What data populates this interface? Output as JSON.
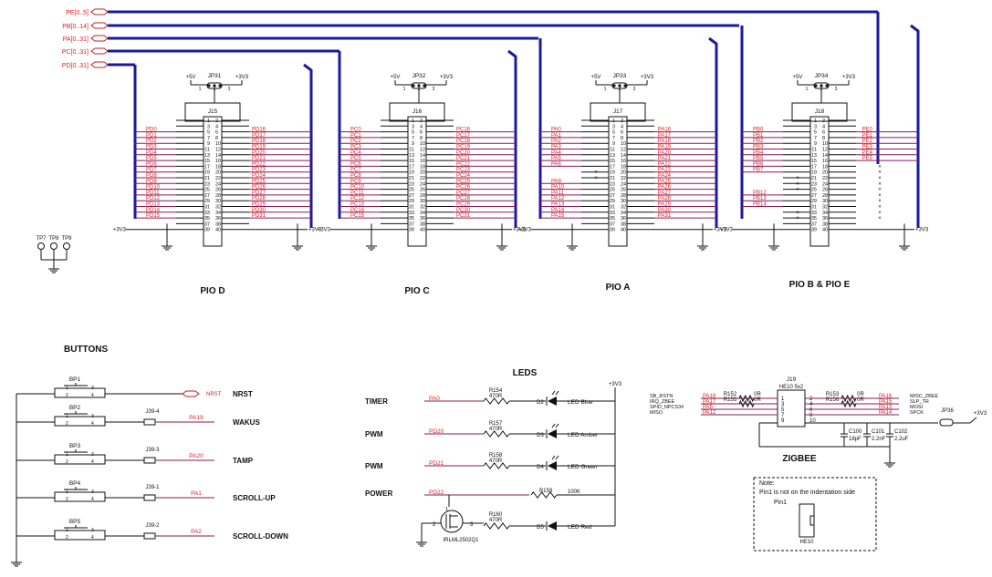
{
  "bus_ports": [
    "PE[0..5]",
    "PB[0..14]",
    "PA[0..31]",
    "PC[0..31]",
    "PD[0..31]"
  ],
  "pio_blocks": [
    {
      "title": "PIO D",
      "jumper": "JP31",
      "header": "J15",
      "left": [
        "PD0",
        "PD1",
        "PD2",
        "PD3",
        "PD4",
        "PD5",
        "PD6",
        "PD7",
        "PD8",
        "PD9",
        "PD10",
        "PD11",
        "PD12",
        "PD13",
        "PD14",
        "PD15"
      ],
      "right": [
        "PD16",
        "PD17",
        "PD18",
        "PD19",
        "PD20",
        "PD21",
        "PD22",
        "PD23",
        "PD24",
        "PD25",
        "PD26",
        "PD27",
        "PD28",
        "PD29",
        "PD30",
        "PD31"
      ],
      "v3_left": "+3V3",
      "v3_right": "+3V3"
    },
    {
      "title": "PIO C",
      "jumper": "JP32",
      "header": "J16",
      "left": [
        "PC0",
        "PC1",
        "PC2",
        "PC3",
        "PC4",
        "PC5",
        "PC6",
        "PC7",
        "PC8",
        "PC9",
        "PC10",
        "PC11",
        "PC12",
        "PC13",
        "PC14",
        "PC15"
      ],
      "right": [
        "PC16",
        "PC17",
        "PC18",
        "PC19",
        "PC20",
        "PC21",
        "PC22",
        "PC23",
        "PC24",
        "PC25",
        "PC26",
        "PC27",
        "PC28",
        "PC29",
        "PC30",
        "PC31"
      ],
      "v3_left": "+3V3",
      "v3_right": "+3V3"
    },
    {
      "title": "PIO A",
      "jumper": "JP33",
      "header": "J17",
      "left": [
        "PA0",
        "PA1",
        "PA2",
        "PA3",
        "PA4",
        "PA5",
        "PA6",
        "",
        "",
        "PA9",
        "PA10",
        "PA11",
        "PA12",
        "PA13",
        "PA14",
        "PA15"
      ],
      "right": [
        "PA16",
        "PA17",
        "PA18",
        "PA19",
        "PA20",
        "PA21",
        "PA22",
        "PA23",
        "PA24",
        "PA25",
        "PA26",
        "PA27",
        "PA28",
        "PA29",
        "PA30",
        "PA31"
      ],
      "v3_left": "+3V3",
      "v3_right": "+3V3"
    },
    {
      "title": "PIO B & PIO E",
      "jumper": "JP34",
      "header": "J18",
      "left": [
        "PB0",
        "PB1",
        "PB2",
        "PB3",
        "PB4",
        "PB5",
        "PB6",
        "PB7",
        "",
        "",
        "",
        "PB12",
        "PB13",
        "PB14",
        "",
        ""
      ],
      "right": [
        "PE0",
        "PE1",
        "PE2",
        "PE3",
        "PE4",
        "PE5",
        "",
        "",
        "",
        "",
        "",
        "",
        "",
        "",
        "",
        ""
      ],
      "v3_left": "+3V3",
      "v3_right": "+3V3"
    }
  ],
  "jumper_labels": {
    "v5": "+5V",
    "v33": "+3V3",
    "pins": [
      "1",
      "2",
      "3"
    ]
  },
  "header_pins_odd": [
    "1",
    "3",
    "5",
    "7",
    "9",
    "11",
    "13",
    "15",
    "17",
    "19",
    "21",
    "23",
    "25",
    "27",
    "29",
    "31",
    "33",
    "35",
    "37",
    "39"
  ],
  "header_pins_even": [
    "2",
    "4",
    "6",
    "8",
    "10",
    "12",
    "14",
    "16",
    "18",
    "20",
    "22",
    "24",
    "26",
    "28",
    "30",
    "32",
    "34",
    "36",
    "38",
    "40"
  ],
  "testpoints": [
    "TP7",
    "TP8",
    "TP9"
  ],
  "buttons": {
    "title": "BUTTONS",
    "items": [
      {
        "ref": "BP1",
        "net": "NRST",
        "label": "NRST",
        "jumper": ""
      },
      {
        "ref": "BP2",
        "net": "PA19",
        "label": "WAKUS",
        "jumper": "J39-4"
      },
      {
        "ref": "BP3",
        "net": "PA20",
        "label": "TAMP",
        "jumper": "J39-3"
      },
      {
        "ref": "BP4",
        "net": "PA1",
        "label": "SCROLL-UP",
        "jumper": "J39-1"
      },
      {
        "ref": "BP5",
        "net": "PA2",
        "label": "SCROLL-DOWN",
        "jumper": "J39-2"
      }
    ],
    "pins": [
      "1",
      "2",
      "3",
      "4"
    ]
  },
  "leds": {
    "title": "LEDS",
    "supply": "+3V3",
    "rows": [
      {
        "label": "TIMER",
        "net": "PA0",
        "res": "R154",
        "val": "470R",
        "diode": "D2",
        "name": "LED Blue"
      },
      {
        "label": "PWM",
        "net": "PD20",
        "res": "R157",
        "val": "470R",
        "diode": "D3",
        "name": "LED Amber"
      },
      {
        "label": "PWM",
        "net": "PD21",
        "res": "R158",
        "val": "470R",
        "diode": "D4",
        "name": "LED Green"
      }
    ],
    "power": {
      "label": "POWER",
      "net": "PD22",
      "res": "R159",
      "val": "100K",
      "res2": "R160",
      "val2": "470R",
      "diode": "D5",
      "name": "LED Red",
      "mosfet": "IRLML2502Q1",
      "pin2": "2",
      "pin3": "3",
      "pin1": "1"
    }
  },
  "zigbee": {
    "title": "ZIGBEE",
    "connector": "J19",
    "type": "HE10 5x2",
    "left_nets": [
      "SB_RSTN",
      "IRQ_ZBEE",
      "SPID_NPCS3#",
      "MISO"
    ],
    "left_pa": [
      "PA18",
      "PA17",
      "PA5",
      "PA12"
    ],
    "left_res": [
      [
        "R152",
        "0R"
      ],
      [
        "R155",
        "0R"
      ]
    ],
    "right_res": [
      [
        "R153",
        "0R"
      ],
      [
        "R156",
        "0R"
      ]
    ],
    "right_pa": [
      "PA16",
      "PA15",
      "PA13",
      "PA14"
    ],
    "right_nets": [
      "MISC_ZBEE",
      "SLP_TR",
      "MOSI",
      "SPCK"
    ],
    "pins_left": [
      "1",
      "3",
      "5",
      "7",
      "9"
    ],
    "pins_right": [
      "2",
      "4",
      "6",
      "8",
      "10"
    ],
    "jumper": "JP36",
    "supply": "+3V3",
    "caps": [
      [
        "C100",
        "18pF"
      ],
      [
        "C101",
        "2.2nF"
      ],
      [
        "C102",
        "2.2uF"
      ]
    ],
    "note_title": "Note:",
    "note_line": "Pin1 is not on the indentation side",
    "note_pin": "Pin1",
    "note_part": "HE10"
  }
}
